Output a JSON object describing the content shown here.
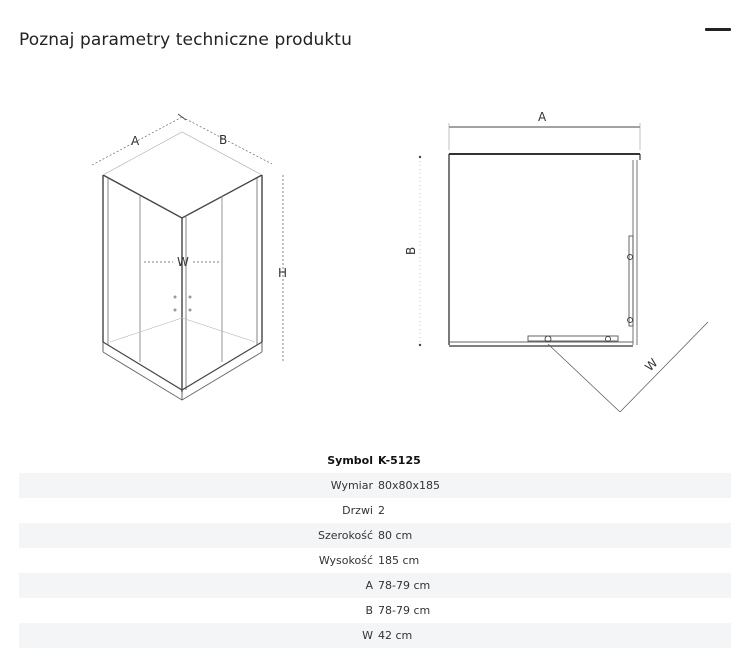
{
  "page": {
    "title": "Poznaj parametry techniczne produktu"
  },
  "diagram": {
    "iso_labels": {
      "a": "A",
      "b": "B",
      "w": "W",
      "h": "H"
    },
    "plan_labels": {
      "a": "A",
      "b": "B",
      "w": "W"
    }
  },
  "specs": [
    {
      "key": "Symbol",
      "value": "K-5125"
    },
    {
      "key": "Wymiar",
      "value": "80x80x185"
    },
    {
      "key": "Drzwi",
      "value": "2"
    },
    {
      "key": "Szerokość",
      "value": "80 cm"
    },
    {
      "key": "Wysokość",
      "value": "185 cm"
    },
    {
      "key": "A",
      "value": "78-79 cm"
    },
    {
      "key": "B",
      "value": "78-79 cm"
    },
    {
      "key": "W",
      "value": "42 cm"
    }
  ]
}
